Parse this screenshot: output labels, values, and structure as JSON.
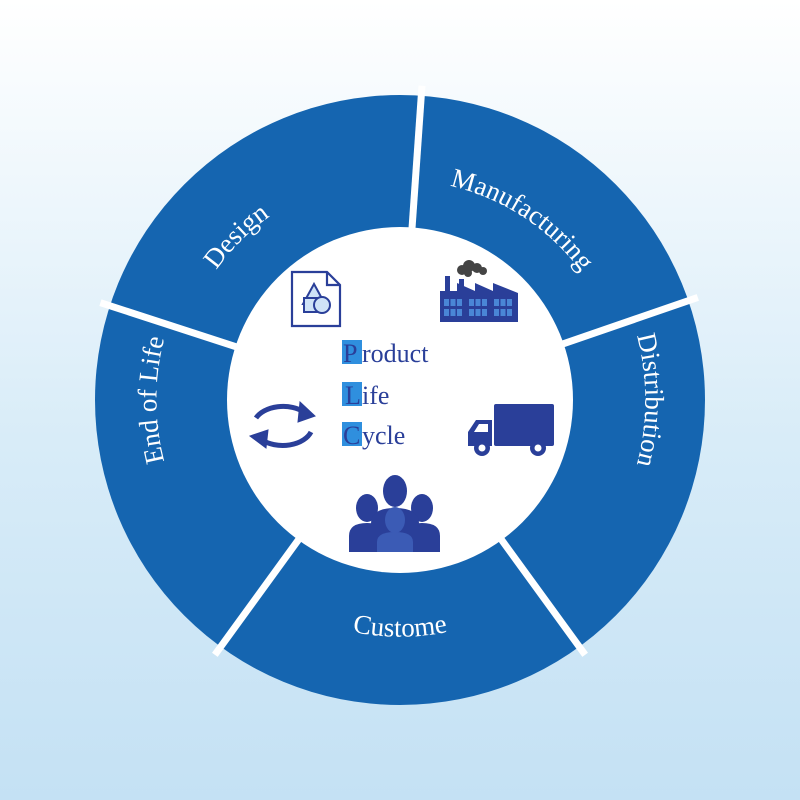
{
  "colors": {
    "ring": "#1565b0",
    "ring_gap": "#ffffff",
    "center": "#ffffff",
    "icon_dark": "#2a3f99",
    "icon_mid": "#3b5bb5",
    "letter_box": "#2f8fde",
    "smoke": "#444444"
  },
  "title": {
    "lines": [
      {
        "letter": "P",
        "rest": "roduct"
      },
      {
        "letter": "L",
        "rest": "ife"
      },
      {
        "letter": "C",
        "rest": "ycle"
      }
    ]
  },
  "segments": [
    {
      "label": "Design",
      "icon": "document-shapes-icon"
    },
    {
      "label": "Manufacturing",
      "icon": "factory-icon"
    },
    {
      "label": "Distribution",
      "icon": "truck-icon"
    },
    {
      "label": "Custome",
      "icon": "people-group-icon"
    },
    {
      "label": "End of Life",
      "icon": "recycle-arrows-icon"
    }
  ]
}
